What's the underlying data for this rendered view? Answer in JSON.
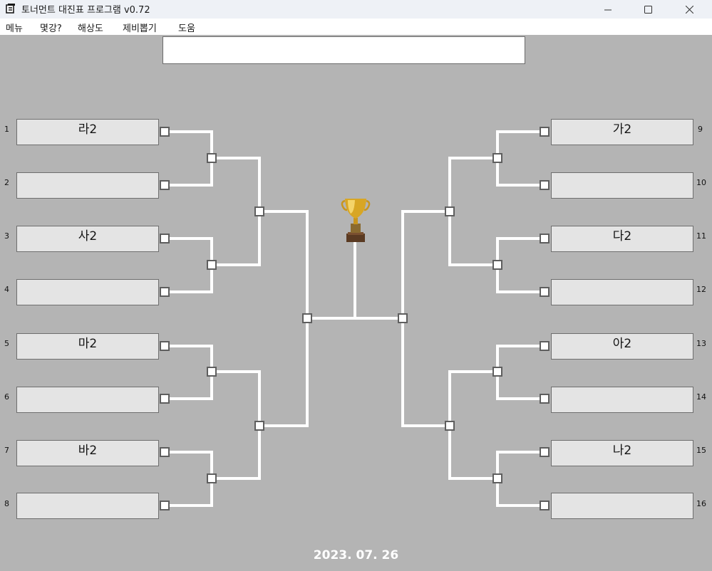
{
  "window": {
    "title": "토너먼트 대진표 프로그램 v0.72",
    "minimize_icon": "minimize-icon",
    "maximize_icon": "maximize-icon",
    "close_icon": "close-icon"
  },
  "menu": [
    "메뉴",
    "몇강?",
    "해상도",
    "제비뽑기",
    "도움"
  ],
  "tournament": {
    "title": "",
    "date": "2023. 07. 26",
    "left_slots": [
      {
        "seed": "1",
        "name": "라2"
      },
      {
        "seed": "2",
        "name": ""
      },
      {
        "seed": "3",
        "name": "사2"
      },
      {
        "seed": "4",
        "name": ""
      },
      {
        "seed": "5",
        "name": "마2"
      },
      {
        "seed": "6",
        "name": ""
      },
      {
        "seed": "7",
        "name": "바2"
      },
      {
        "seed": "8",
        "name": ""
      }
    ],
    "right_slots": [
      {
        "seed": "9",
        "name": "가2"
      },
      {
        "seed": "10",
        "name": ""
      },
      {
        "seed": "11",
        "name": "다2"
      },
      {
        "seed": "12",
        "name": ""
      },
      {
        "seed": "13",
        "name": "아2"
      },
      {
        "seed": "14",
        "name": ""
      },
      {
        "seed": "15",
        "name": "나2"
      },
      {
        "seed": "16",
        "name": ""
      }
    ]
  },
  "colors": {
    "background": "#b4b4b4",
    "bracket_line": "#ffffff",
    "slot_fill": "#e4e4e4",
    "node_border": "#5e5e5e"
  }
}
